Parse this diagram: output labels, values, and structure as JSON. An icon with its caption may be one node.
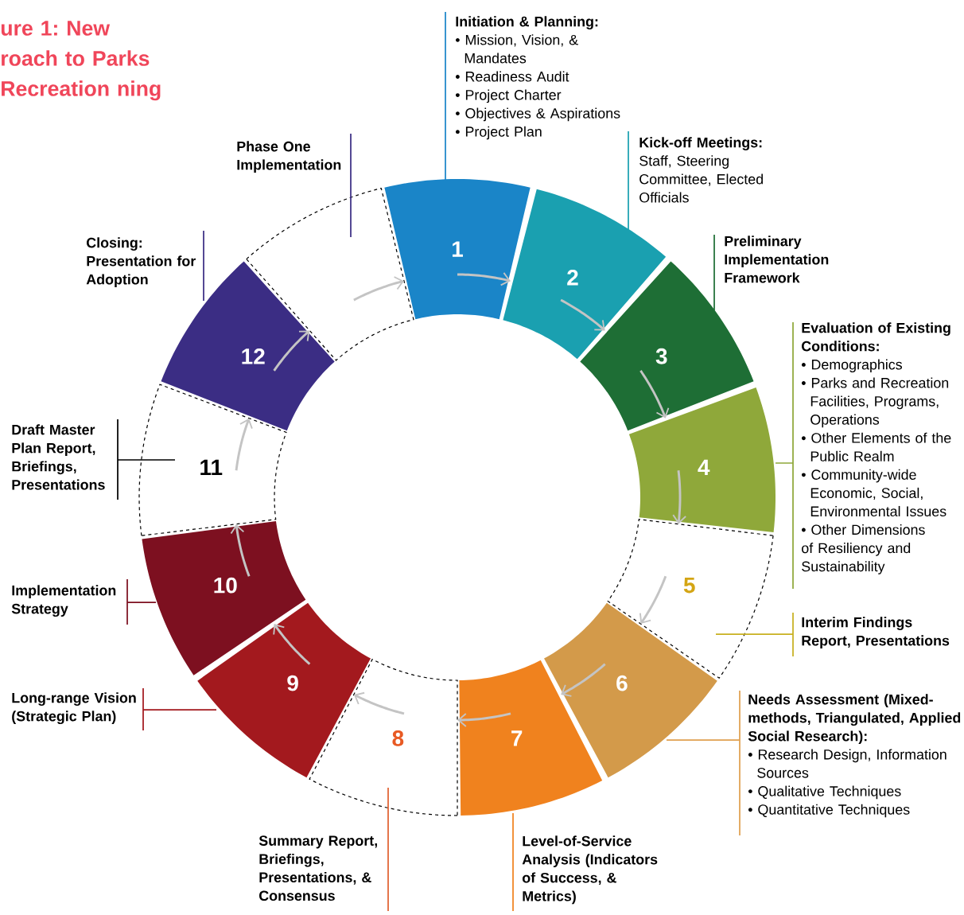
{
  "diagram": {
    "title": "ure 1: New roach to Parks Recreation ning",
    "nodes": [
      {
        "text": [
          "1"
        ]
      },
      {
        "text": [
          "2"
        ]
      },
      {
        "text": [
          "3"
        ]
      },
      {
        "text": [
          "4"
        ]
      },
      {
        "text": [
          "5"
        ]
      },
      {
        "text": [
          "6"
        ]
      },
      {
        "text": [
          "7"
        ]
      },
      {
        "text": [
          "8"
        ]
      },
      {
        "text": [
          "9"
        ]
      },
      {
        "text": [
          "10"
        ]
      },
      {
        "text": [
          "11"
        ]
      },
      {
        "text": [
          "12"
        ]
      },
      {
        "text": [],
        "shape": "box"
      },
      {
        "text": [
          "Initiation & Planning:",
          "• Mission, Vision, & Mandates",
          "• Readiness Audit",
          "• Project Charter",
          "• Objectives & Aspirations",
          "• Project Plan"
        ]
      },
      {
        "text": [
          "Kick-off Meetings:",
          "Staff, Steering Committee, Elected Officials"
        ]
      },
      {
        "text": [
          "Preliminary Implementation Framework"
        ]
      },
      {
        "text": [
          "Evaluation of Existing Conditions:",
          "• Demographics",
          "• Parks and Recreation Facilities, Programs, Operations",
          "• Other Elements of the Public Realm",
          "• Community-wide Economic, Social, Environmental Issues",
          "• Other Dimensions of Resiliency and Sustainability"
        ]
      },
      {
        "text": [
          "Interim Findings Report, Presentations"
        ]
      },
      {
        "text": [
          "Needs Assessment (Mixed-methods, Triangulated, Applied Social Research):",
          "• Research Design, Information Sources",
          "• Qualitative Techniques",
          "• Quantitative Techniques"
        ]
      },
      {
        "text": [
          "Level-of-Service Analysis (Indicators of Success, & Metrics)"
        ]
      },
      {
        "text": [
          "Summary Report, Briefings, Presentations, & Consensus"
        ]
      },
      {
        "text": [
          "Long-range Vision (Strategic Plan)"
        ]
      },
      {
        "text": [
          "Implementation Strategy"
        ]
      },
      {
        "text": [
          "Draft Master Plan Report, Briefings, Presentations"
        ]
      },
      {
        "text": [
          "Closing: Presentation for Adoption"
        ]
      },
      {
        "text": [
          "Phase One Implementation"
        ]
      }
    ],
    "edges": [
      {
        "from": 0,
        "to": 1,
        "arrow": "to",
        "color": "#c4c4c4"
      },
      {
        "from": 1,
        "to": 2,
        "arrow": "to",
        "color": "#c4c4c4"
      },
      {
        "from": 2,
        "to": 3,
        "arrow": "to",
        "color": "#c4c4c4"
      },
      {
        "from": 3,
        "to": 4,
        "arrow": "to",
        "color": "#c4c4c4"
      },
      {
        "from": 4,
        "to": 5,
        "arrow": "to",
        "color": "#c4c4c4"
      },
      {
        "from": 5,
        "to": 6,
        "arrow": "to",
        "color": "#c4c4c4"
      },
      {
        "from": 6,
        "to": 7,
        "arrow": "to",
        "color": "#c4c4c4"
      },
      {
        "from": 7,
        "to": 8,
        "arrow": "to",
        "color": "#c4c4c4"
      },
      {
        "from": 8,
        "to": 9,
        "arrow": "to",
        "color": "#c4c4c4"
      },
      {
        "from": 9,
        "to": 10,
        "arrow": "to",
        "color": "#c4c4c4"
      },
      {
        "from": 10,
        "to": 11,
        "arrow": "to",
        "color": "#c4c4c4"
      },
      {
        "from": 11,
        "to": 12,
        "arrow": "to",
        "color": "#c4c4c4"
      },
      {
        "from": 12,
        "to": 0,
        "arrow": "to",
        "color": "#c4c4c4"
      },
      {
        "from": 13,
        "to": 0,
        "arrow": "none",
        "color": "#1a85c8"
      },
      {
        "from": 14,
        "to": 1,
        "arrow": "none",
        "color": "#1aa0b0"
      },
      {
        "from": 15,
        "to": 2,
        "arrow": "none",
        "color": "#1e6e35"
      },
      {
        "from": 16,
        "to": 3,
        "arrow": "none",
        "color": "#8fa83a"
      },
      {
        "from": 17,
        "to": 4,
        "arrow": "none",
        "color": "#c8b020"
      },
      {
        "from": 18,
        "to": 5,
        "arrow": "none",
        "color": "#e0a050"
      },
      {
        "from": 19,
        "to": 6,
        "arrow": "none",
        "color": "#f0821e"
      },
      {
        "from": 20,
        "to": 7,
        "arrow": "none",
        "color": "#e06030"
      },
      {
        "from": 21,
        "to": 8,
        "arrow": "none",
        "color": "#a3191e"
      },
      {
        "from": 22,
        "to": 9,
        "arrow": "none",
        "color": "#7d1020"
      },
      {
        "from": 23,
        "to": 10,
        "arrow": "none",
        "color": "#000000"
      },
      {
        "from": 24,
        "to": 11,
        "arrow": "none",
        "color": "#3b2d84"
      },
      {
        "from": 25,
        "to": 12,
        "arrow": "none",
        "color": "#3b2d84"
      }
    ]
  }
}
